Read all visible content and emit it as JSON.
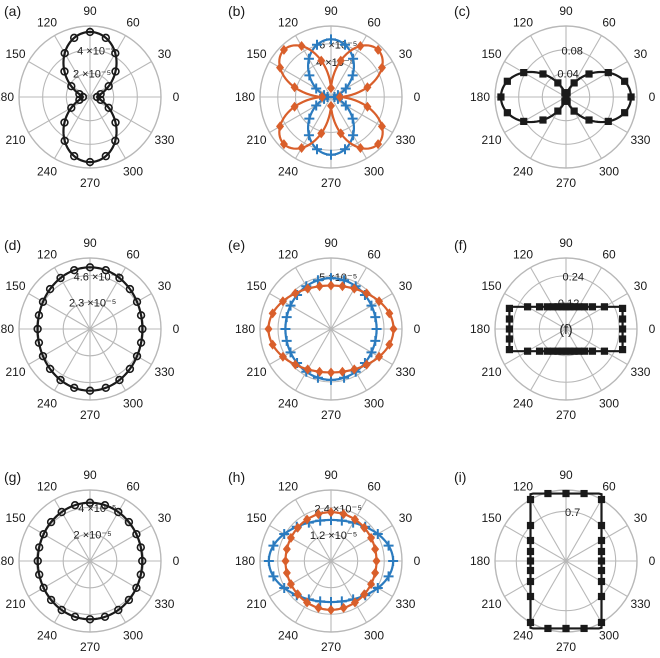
{
  "colors": {
    "grid": "#b8b8b8",
    "black": "#1a1a1a",
    "blue": "#2b7bbf",
    "orange": "#d95f2b"
  },
  "angle_tick_labels": [
    "0",
    "30",
    "60",
    "90",
    "120",
    "150",
    "180",
    "210",
    "240",
    "270",
    "300",
    "330"
  ],
  "chart_data": [
    {
      "panel": "(a)",
      "type": "polar",
      "rmax": 6e-05,
      "radial_ticks": [
        {
          "value": 2e-05,
          "label": "2 ×10⁻⁵"
        },
        {
          "value": 4e-05,
          "label": "4 ×10⁻⁵"
        }
      ],
      "series": [
        {
          "shape": "lobes",
          "a": 5.5e-05,
          "b": 6e-06,
          "marker": "circle",
          "color": "black",
          "step": 15
        }
      ]
    },
    {
      "panel": "(b)",
      "type": "polar",
      "rmax": 8e-05,
      "radial_ticks": [
        {
          "value": 4e-05,
          "label": "4 ×10⁻⁵"
        },
        {
          "value": 6e-05,
          "label": "6 ×10⁻⁵"
        }
      ],
      "series": [
        {
          "shape": "lobes",
          "a": 6.5e-05,
          "b": 4e-06,
          "marker": "plus",
          "color": "blue",
          "step": 15
        },
        {
          "shape": "clover",
          "a": 6.5e-05,
          "b": 1e-05,
          "marker": "diamond",
          "color": "orange",
          "step": 15
        }
      ]
    },
    {
      "panel": "(c)",
      "type": "polar",
      "rmax": 0.12,
      "radial_ticks": [
        {
          "value": 0.04,
          "label": "0.04"
        },
        {
          "value": 0.08,
          "label": "0.08"
        }
      ],
      "series": [
        {
          "shape": "lobes",
          "a": 0.0,
          "b": 0.11,
          "marker": "square",
          "color": "black",
          "step": 15
        }
      ]
    },
    {
      "panel": "(d)",
      "type": "polar",
      "rmax": 6.1e-05,
      "radial_ticks": [
        {
          "value": 2.3e-05,
          "label": "2.3 ×10⁻⁵"
        },
        {
          "value": 4.6e-05,
          "label": "4.6 ×10⁻⁵"
        }
      ],
      "series": [
        {
          "shape": "ellipse",
          "a": 4.5e-05,
          "b": 5.3e-05,
          "marker": "circle",
          "color": "black",
          "step": 15
        }
      ]
    },
    {
      "panel": "(e)",
      "type": "polar",
      "rmax": 6.7e-05,
      "radial_ticks": [
        {
          "value": 5e-05,
          "label": "5 ×10⁻⁵"
        }
      ],
      "series": [
        {
          "shape": "ellipse",
          "a": 4.3e-05,
          "b": 4.8e-05,
          "marker": "plus",
          "color": "blue",
          "step": 15
        },
        {
          "shape": "ellipse",
          "a": 5.9e-05,
          "b": 4.1e-05,
          "marker": "diamond",
          "color": "orange",
          "step": 15
        }
      ]
    },
    {
      "panel": "(f)",
      "type": "polar",
      "rmax": 0.32,
      "radial_ticks": [
        {
          "value": 0.12,
          "label": "0.12"
        },
        {
          "value": 0.24,
          "label": "0.24"
        }
      ],
      "annotation": "(f)",
      "series": [
        {
          "shape": "rect",
          "a": 0.255,
          "b": 0.1,
          "marker": "square",
          "color": "black",
          "step": 10
        }
      ]
    },
    {
      "panel": "(g)",
      "type": "polar",
      "rmax": 5.3e-05,
      "radial_ticks": [
        {
          "value": 2e-05,
          "label": "2 ×10⁻⁵"
        },
        {
          "value": 4e-05,
          "label": "4 ×10⁻⁵"
        }
      ],
      "series": [
        {
          "shape": "ellipse",
          "a": 3.9e-05,
          "b": 4.35e-05,
          "marker": "circle",
          "color": "black",
          "step": 15
        }
      ]
    },
    {
      "panel": "(h)",
      "type": "polar",
      "rmax": 3.2e-05,
      "radial_ticks": [
        {
          "value": 1.2e-05,
          "label": "1.2 ×10⁻⁵"
        },
        {
          "value": 2.4e-05,
          "label": "2.4 ×10⁻⁵"
        }
      ],
      "series": [
        {
          "shape": "ellipse",
          "a": 2.8e-05,
          "b": 1.85e-05,
          "marker": "plus",
          "color": "blue",
          "step": 15
        },
        {
          "shape": "ellipse",
          "a": 2.05e-05,
          "b": 2.2e-05,
          "marker": "diamond",
          "color": "orange",
          "step": 15
        }
      ]
    },
    {
      "panel": "(i)",
      "type": "polar",
      "rmax": 1.0,
      "radial_ticks": [
        {
          "value": 0.7,
          "label": "0.7"
        }
      ],
      "series": [
        {
          "shape": "rect",
          "a": 0.5,
          "b": 0.95,
          "marker": "square",
          "color": "black",
          "step": 15
        }
      ]
    }
  ]
}
